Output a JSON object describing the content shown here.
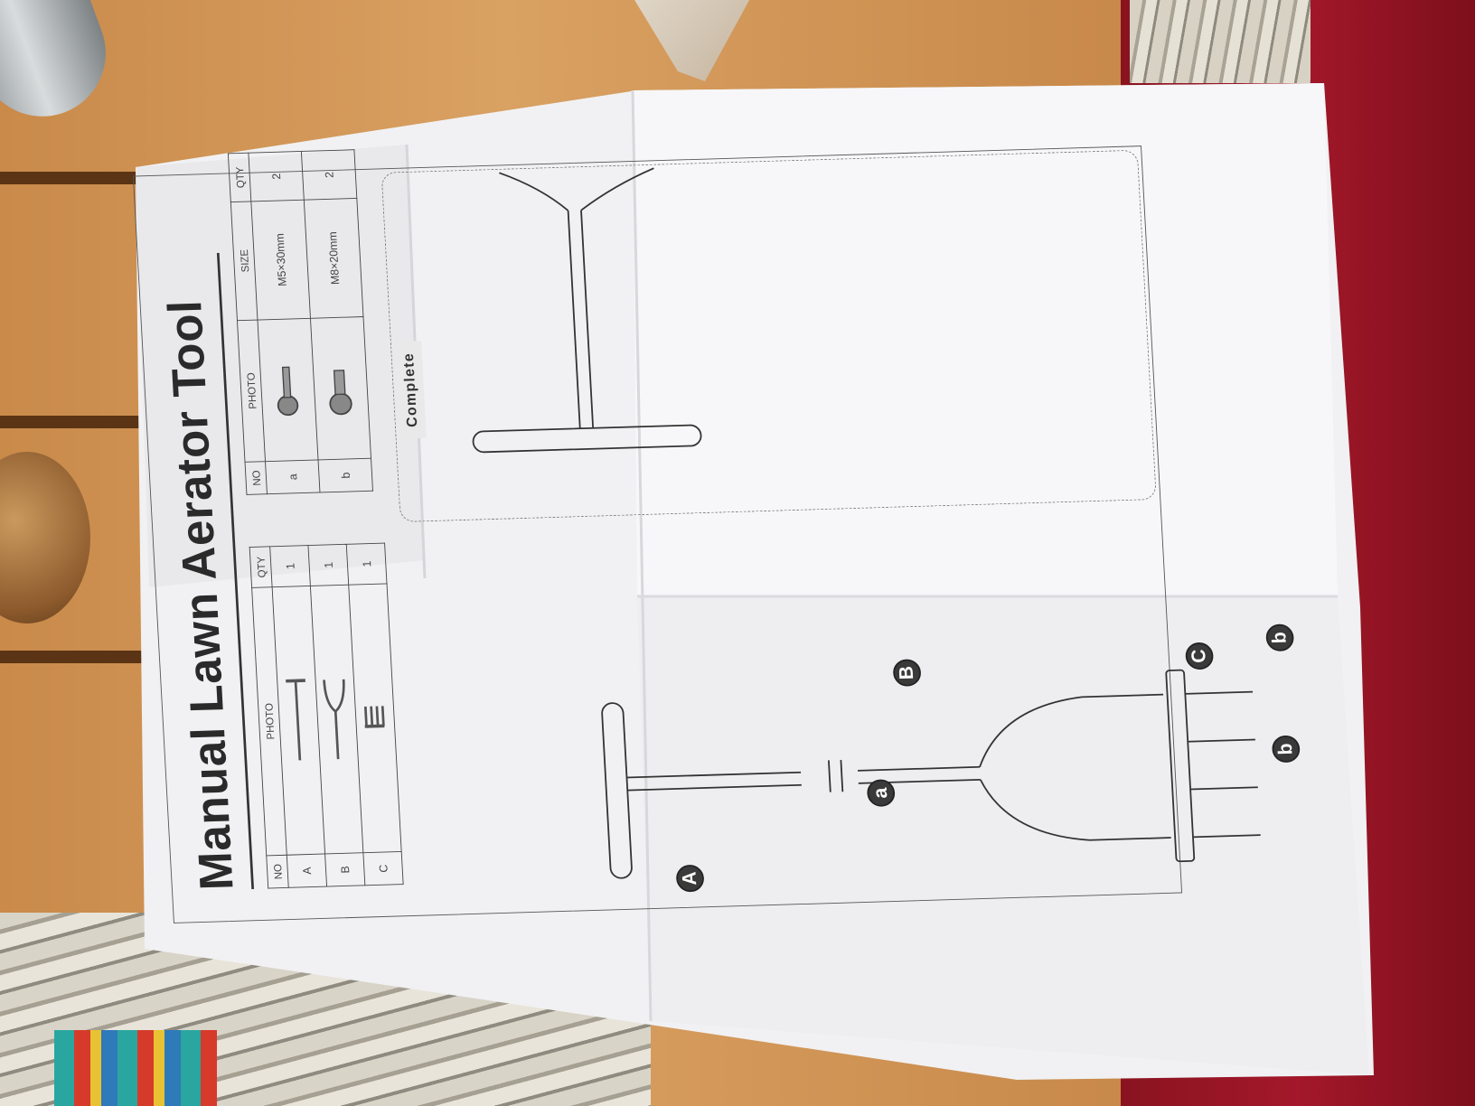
{
  "document": {
    "title": "Manual Lawn Aerator Tool",
    "parts_table": {
      "headers": [
        "NO",
        "PHOTO",
        "QTY"
      ],
      "rows": [
        {
          "no": "A",
          "qty": "1"
        },
        {
          "no": "B",
          "qty": "1"
        },
        {
          "no": "C",
          "qty": "1"
        }
      ]
    },
    "hardware_table": {
      "headers": [
        "NO",
        "PHOTO",
        "SIZE",
        "QTY"
      ],
      "rows": [
        {
          "no": "a",
          "size": "M5×30mm",
          "qty": "2"
        },
        {
          "no": "b",
          "size": "M8×20mm",
          "qty": "2"
        }
      ]
    },
    "callouts": {
      "A": "A",
      "B": "B",
      "C": "C",
      "a": "a",
      "b1": "b",
      "b2": "b"
    },
    "complete_label": "Complete"
  },
  "colors": {
    "ink": "#333333",
    "paper": "#f2f2f4",
    "table_wood": "#d29a5b",
    "background_red": "#a3182a"
  }
}
